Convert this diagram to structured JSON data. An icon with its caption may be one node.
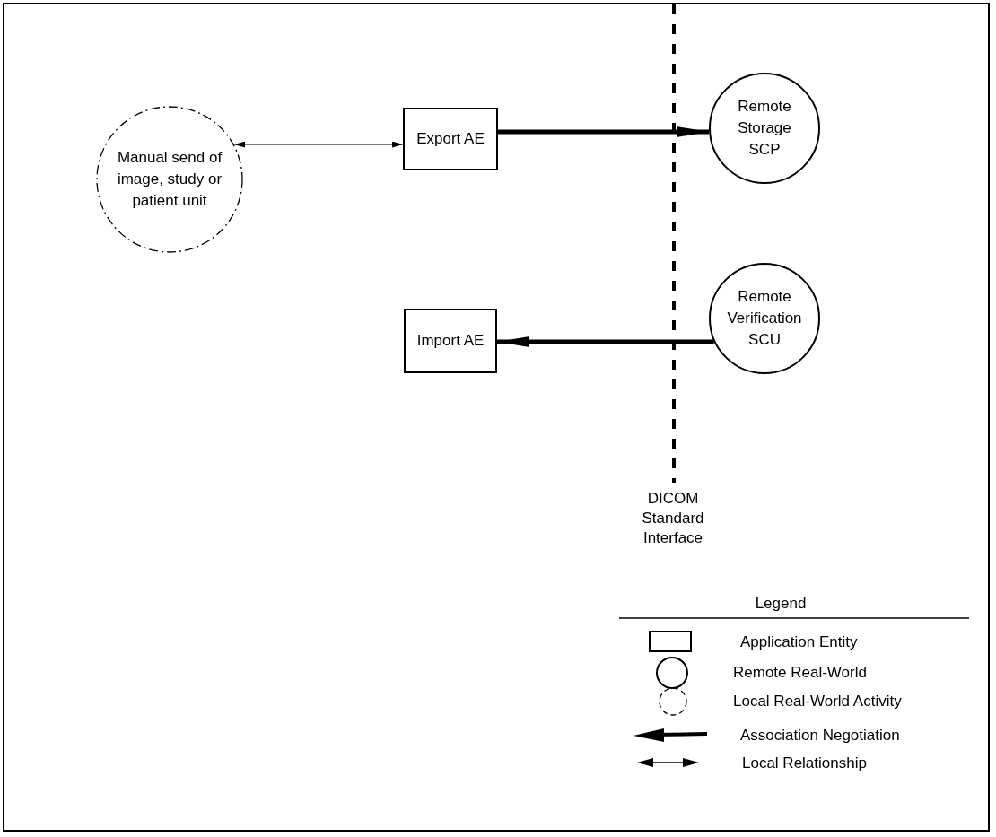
{
  "diagram": {
    "nodes": [
      {
        "text": [
          "Manual send of image, study or patient unit"
        ]
      },
      {
        "text": [
          "Export AE"
        ]
      },
      {
        "text": [
          "Remote Storage SCP"
        ]
      },
      {
        "text": [
          "Import AE"
        ]
      },
      {
        "text": [
          "Remote Verification SCU"
        ]
      }
    ],
    "edges": [
      {
        "from": 0,
        "to": 1,
        "arrow": "both"
      },
      {
        "from": 1,
        "to": 2,
        "arrow": "to"
      },
      {
        "from": 4,
        "to": 3,
        "arrow": "to"
      }
    ],
    "labels": [
      "DICOM Standard Interface",
      "Legend"
    ],
    "legend": [
      {
        "text": "Application Entity"
      },
      {
        "text": "Remote Real-World"
      },
      {
        "text": "Local Real-World Activity"
      },
      {
        "text": "Association Negotiation"
      },
      {
        "text": "Local Relationship"
      }
    ]
  }
}
